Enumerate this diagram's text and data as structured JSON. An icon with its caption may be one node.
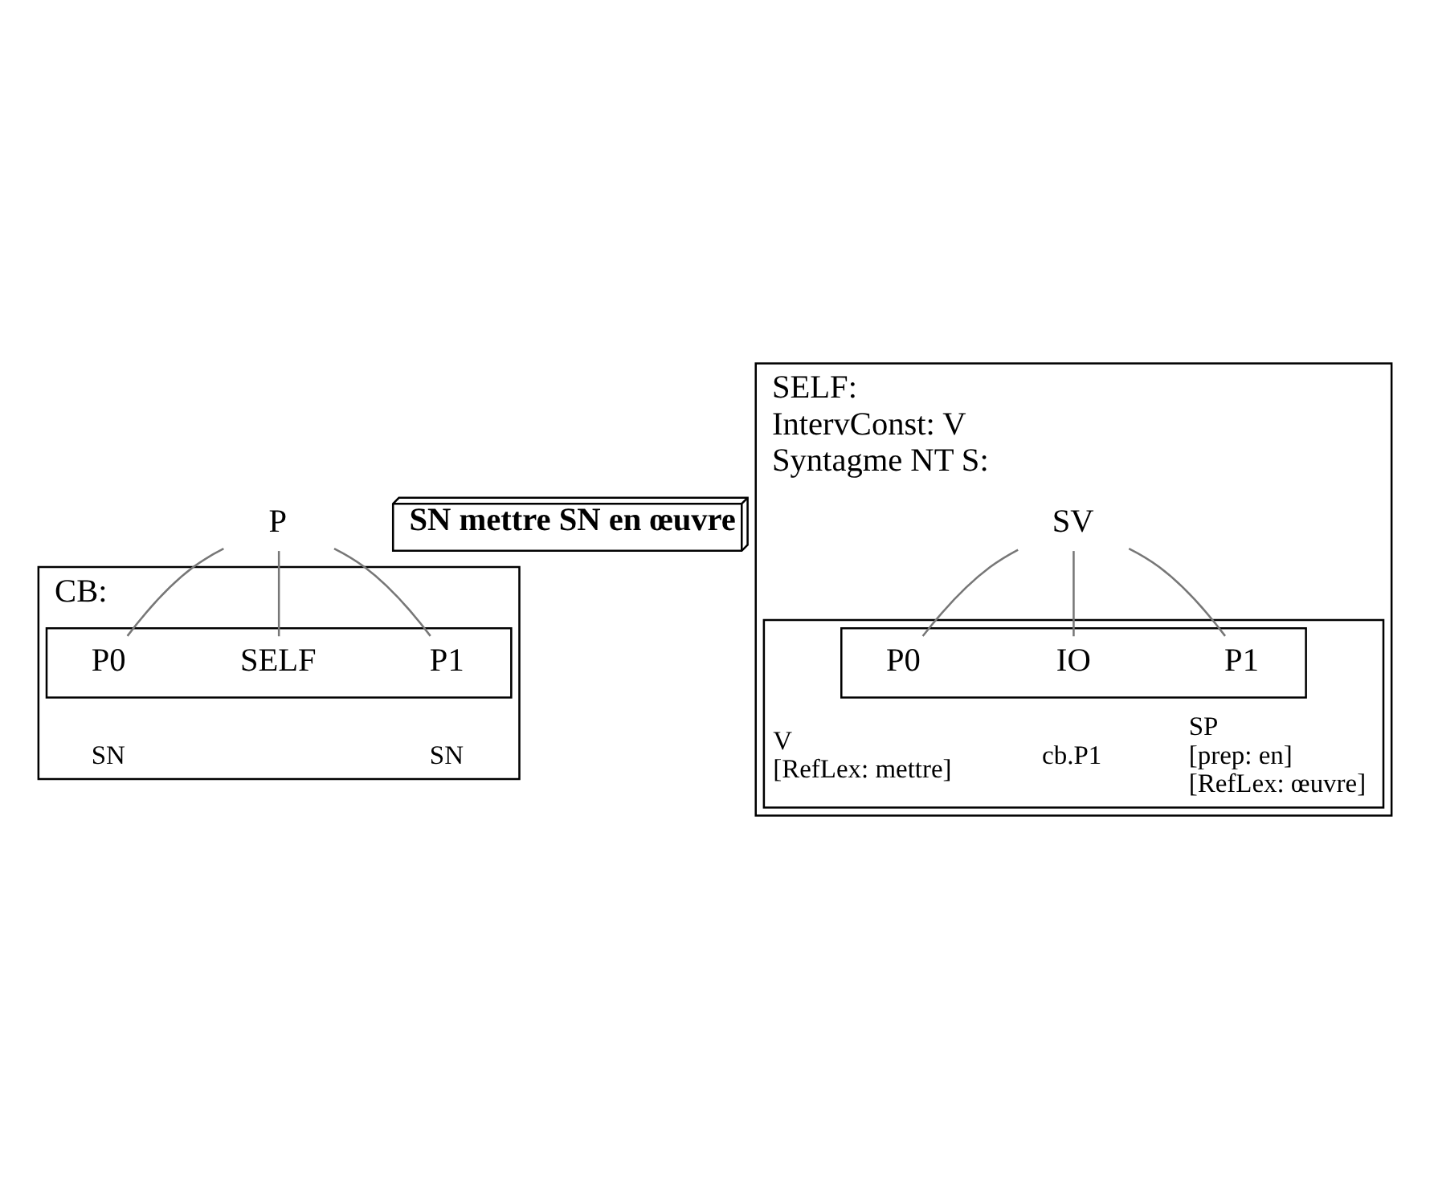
{
  "diagram": {
    "nodes": [
      {
        "text": [],
        "shape": "box",
        "beside": [
          "CB:"
        ]
      },
      {
        "text": [
          "P"
        ]
      },
      {
        "text": [],
        "shape": "box",
        "in": 0
      },
      {
        "text": [
          "P0"
        ],
        "in": 2,
        "beside": [
          "SN"
        ]
      },
      {
        "text": [
          "SELF"
        ],
        "in": 2
      },
      {
        "text": [
          "P1"
        ],
        "in": 2,
        "beside": [
          "SN"
        ]
      },
      {
        "text": [
          "SN mettre SN en œuvre"
        ]
      },
      {
        "text": [
          "IntervConst: V",
          "Syntagme NT S:"
        ],
        "beside": [
          "SELF:"
        ]
      },
      {
        "text": [
          "SV"
        ],
        "in": 7
      },
      {
        "text": [],
        "shape": "box",
        "in": 7
      },
      {
        "text": [],
        "shape": "box",
        "in": 9
      },
      {
        "text": [
          "P0"
        ],
        "in": 10,
        "beside": [
          "V",
          "[RefLex: mettre]"
        ]
      },
      {
        "text": [
          "IO"
        ],
        "in": 10,
        "beside": [
          "cb.P1"
        ]
      },
      {
        "text": [
          "P1"
        ],
        "in": 10,
        "beside": [
          "SP",
          "[prep: en]",
          "[RefLex: œuvre]"
        ]
      }
    ],
    "edges": [
      {
        "from": 1,
        "to": 3,
        "arrow": "none"
      },
      {
        "from": 1,
        "to": 4,
        "arrow": "none"
      },
      {
        "from": 1,
        "to": 5,
        "arrow": "none"
      },
      {
        "from": 8,
        "to": 11,
        "arrow": "none"
      },
      {
        "from": 8,
        "to": 12,
        "arrow": "none"
      },
      {
        "from": 8,
        "to": 13,
        "arrow": "none"
      }
    ]
  }
}
